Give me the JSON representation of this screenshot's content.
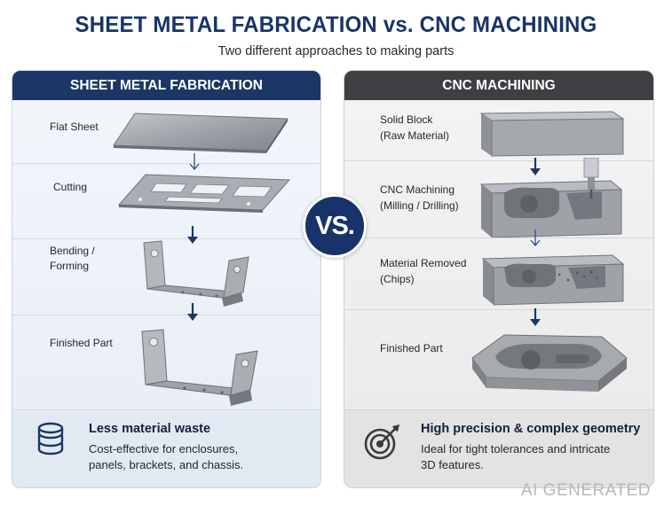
{
  "title": "SHEET METAL FABRICATION vs. CNC MACHINING",
  "subtitle": "Two different approaches to making parts",
  "vs_label": "VS.",
  "left": {
    "header": "SHEET METAL FABRICATION",
    "steps": [
      {
        "label": "Flat Sheet"
      },
      {
        "label": "Cutting"
      },
      {
        "label_line1": "Bending /",
        "label_line2": "Forming"
      },
      {
        "label": "Finished Part"
      }
    ],
    "footer": {
      "title": "Less material waste",
      "line1": "Cost-effective for enclosures,",
      "line2": "panels, brackets, and chassis.",
      "icon": "coin-stack-icon"
    }
  },
  "right": {
    "header": "CNC MACHINING",
    "steps": [
      {
        "label_line1": "Solid Block",
        "label_line2": "(Raw Material)"
      },
      {
        "label_line1": "CNC Machining",
        "label_line2": "(Milling / Drilling)"
      },
      {
        "label_line1": "Material Removed",
        "label_line2": "(Chips)"
      },
      {
        "label": "Finished Part"
      }
    ],
    "footer": {
      "title": "High precision & complex geometry",
      "line1": "Ideal for tight tolerances and intricate",
      "line2": "3D features.",
      "icon": "target-icon"
    }
  },
  "watermark": "AI GENERATED",
  "colors": {
    "navy": "#1c3766",
    "dark_gray": "#3e3f42",
    "title": "#18346a"
  }
}
